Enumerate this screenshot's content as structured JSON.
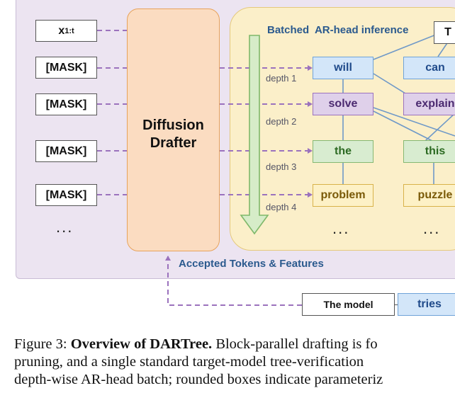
{
  "inputs": {
    "x_main": "x",
    "x_sub": "1:t",
    "mask": [
      "[MASK]",
      "[MASK]",
      "[MASK]",
      "[MASK]"
    ],
    "ellipsis": "..."
  },
  "drafter": {
    "line1": "Diffusion",
    "line2": "Drafter"
  },
  "ar_panel": {
    "title": "Batched  AR-head inference",
    "top_node": "T",
    "depth_labels": [
      "depth 1",
      "depth 2",
      "depth 3",
      "depth 4"
    ],
    "nodes": {
      "will": "will",
      "can": "can",
      "solve": "solve",
      "explain": "explain",
      "the": "the",
      "this": "this",
      "problem": "problem",
      "puzzle": "puzzle"
    },
    "ellipsis_left": "...",
    "ellipsis_right": "..."
  },
  "feedback": {
    "label": "Accepted Tokens & Features",
    "token1": "The model",
    "token2": "tries"
  },
  "caption": {
    "fig_label": "Figure 3: ",
    "title": "Overview of DARTree.",
    "line1_rest": " Block-parallel drafting is fo",
    "line2": "pruning, and a single standard target-model tree-verification",
    "line3": "depth-wise AR-head batch; rounded boxes indicate parameteriz"
  },
  "colors": {
    "panel_bg": "#ece4f1",
    "ar_bg": "#fbefc9",
    "drafter_bg": "#fbdcc1",
    "dash_purple": "#9b72bd",
    "blue_text": "#2b5a8e"
  }
}
